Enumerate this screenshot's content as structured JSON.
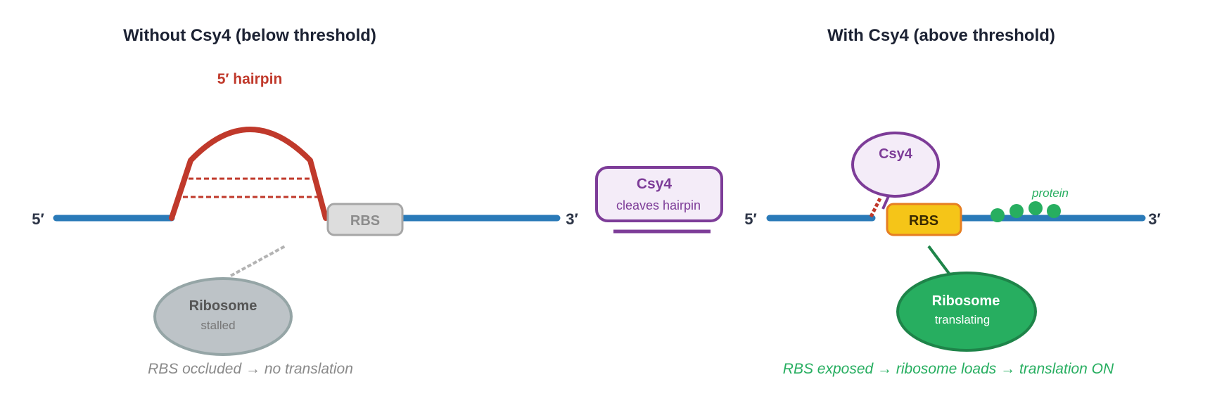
{
  "left_panel": {
    "title": "Without Csy4 (below threshold)",
    "hairpin_label": "5′ hairpin",
    "five_prime": "5′",
    "three_prime": "3′",
    "rbs_label": "RBS",
    "ribosome_label": "Ribosome",
    "ribosome_state": "stalled",
    "caption": "RBS occluded → no translation"
  },
  "center": {
    "csy4_label": "Csy4",
    "csy4_action": "cleaves hairpin"
  },
  "right_panel": {
    "title": "With Csy4 (above threshold)",
    "csy4_label": "Csy4",
    "five_prime": "5′",
    "three_prime": "3′",
    "rbs_label": "RBS",
    "protein_label": "protein",
    "ribosome_label": "Ribosome",
    "ribosome_state": "translating",
    "caption": "RBS exposed → ribosome loads → translation ON"
  },
  "colors": {
    "mrna": "#2a7ab8",
    "hairpin": "#c0392b",
    "csy4": "#7d3c98",
    "csy4_fill": "#f4ecf8",
    "rbs_active": "#f5c518",
    "rbs_inactive": "#dddddd",
    "ribosome_active": "#27ae60",
    "ribosome_stalled": "#bdc3c7"
  }
}
